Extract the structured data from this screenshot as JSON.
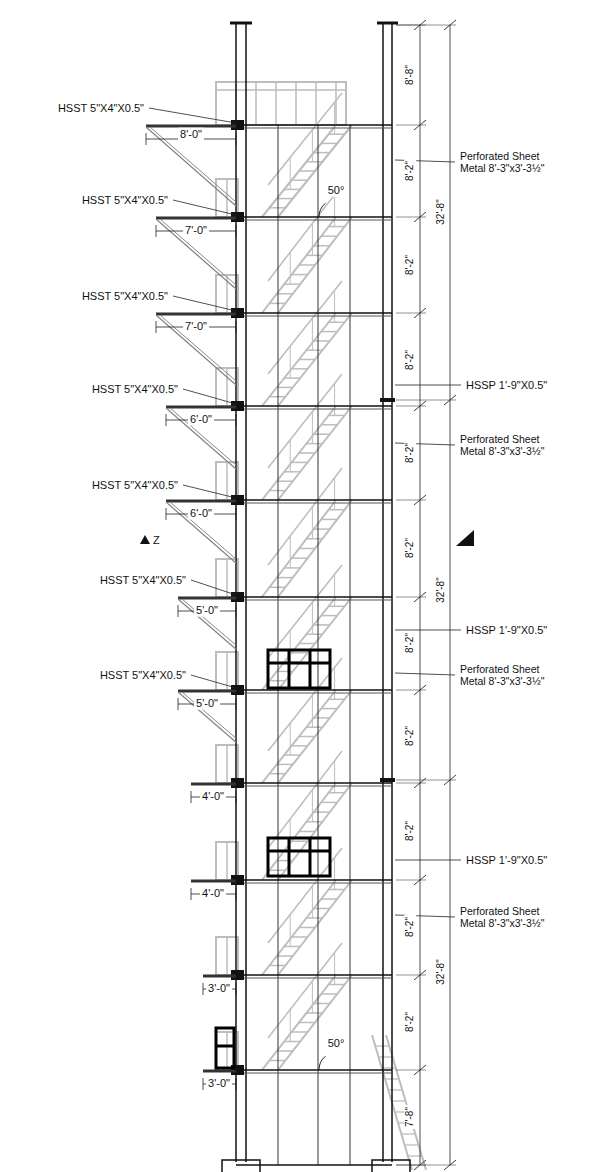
{
  "diagram": {
    "labels": [
      "8'-8\"",
      "HSST 5\"X4\"X0.5\"",
      "8'-0\"",
      "Perforated Sheet Metal 8'-3\"x3'-3½\"",
      "8'-2\"",
      "50°",
      "HSST 5\"X4\"X0.5\"",
      "32'-8\"",
      "7'-0\"",
      "8'-2\"",
      "HSST 5\"X4\"X0.5\"",
      "7'-0\"",
      "8'-2\"",
      "HSSP  1'-9\"X0.5\"",
      "HSST 5\"X4\"X0.5\"",
      "6'-0\"",
      "Perforated Sheet Metal 8'-3\"x3'-3½\"",
      "8'-2\"",
      "HSST 5\"X4\"X0.5\"",
      "6'-0\"",
      "Z",
      "8'-2\"",
      "32'-8\"",
      "HSST 5\"X4\"X0.5\"",
      "5'-0\"",
      "HSSP  1'-9\"X0.5\"",
      "8'-2\"",
      "Perforated Sheet Metal 8'-3\"x3'-3½\"",
      "HSST 5\"X4\"X0.5\"",
      "5'-0\"",
      "8'-2\"",
      "4'-0\"",
      "8'-2\"",
      "HSSP  1'-9\"X0.5\"",
      "4'-0\"",
      "Perforated Sheet Metal 8'-3\"x3'-3½\"",
      "8'-2\"",
      "32'-8\"",
      "3'-0\"",
      "8'-2\"",
      "50°",
      "3'-0\"",
      "7'-8\""
    ]
  }
}
